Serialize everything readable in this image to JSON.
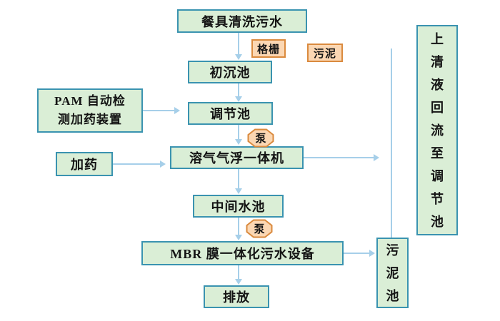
{
  "diagram": {
    "type": "process-flowchart",
    "nodes": {
      "dishwater": {
        "label": "餐具清洗污水"
      },
      "grate": {
        "label": "格栅"
      },
      "sludge": {
        "label": "污泥"
      },
      "primary": {
        "label": "初沉池"
      },
      "pam": {
        "line1": "PAM 自动检",
        "line2": "测加药装置"
      },
      "regulate": {
        "label": "调节池"
      },
      "pump1": {
        "label": "泵"
      },
      "daf": {
        "label": "溶气气浮一体机"
      },
      "dosing": {
        "label": "加药"
      },
      "intermediate": {
        "label": "中间水池"
      },
      "pump2": {
        "label": "泵"
      },
      "mbr": {
        "label": "MBR 膜一体化污水设备"
      },
      "sludge_tank": {
        "label": "污泥池"
      },
      "supernatant_return": {
        "label": "上清液回流至调节池"
      },
      "discharge": {
        "label": "排放"
      }
    },
    "edges": [
      "餐具清洗污水 -> 初沉池",
      "初沉池 -> 调节池",
      "PAM自动检测加药装置 -> 调节池",
      "调节池 -> 溶气气浮一体机",
      "加药 -> 溶气气浮一体机",
      "溶气气浮一体机 -> 回流线",
      "溶气气浮一体机 -> 中间水池",
      "中间水池 -> MBR膜一体化污水设备",
      "MBR膜一体化污水设备 -> 污泥池",
      "MBR膜一体化污水设备 -> 排放"
    ],
    "colors": {
      "node_fill": "#daeed6",
      "node_border": "#3a93b0",
      "badge_fill": "#fbd7b3",
      "badge_border": "#da8a3e",
      "arrow": "#a6cfe9",
      "text": "#141414",
      "background": "#ffffff"
    }
  }
}
